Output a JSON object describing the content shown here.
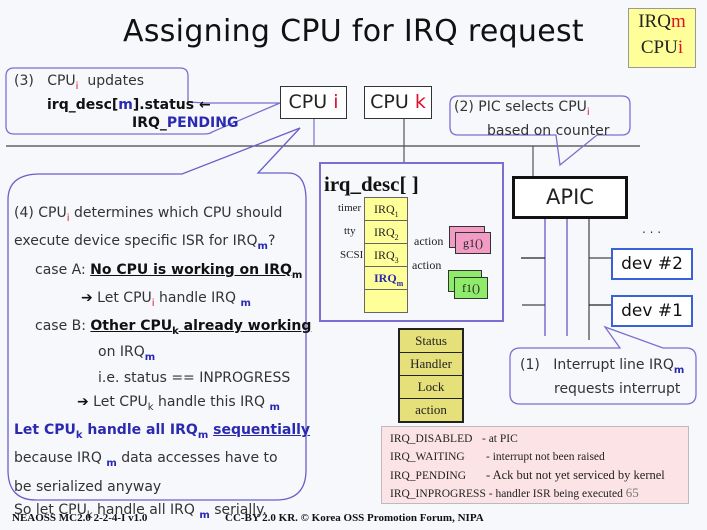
{
  "title": "Assigning CPU for IRQ request",
  "legend": {
    "line1_prefix": "IRQ",
    "line1_var": "m",
    "line2_prefix": "CPU",
    "line2_var": "i"
  },
  "cpus": [
    {
      "prefix": "CPU ",
      "var": "i"
    },
    {
      "prefix": "CPU ",
      "var": "k"
    }
  ],
  "step3": {
    "num": "(3)",
    "cpu": "CPU",
    "cpu_sub": "i",
    "updates": "updates",
    "code_pre": "irq_desc[",
    "code_idx": "m",
    "code_post": "].status",
    "arrow": "←",
    "value_pre": "IRQ_",
    "value_post": "PENDING"
  },
  "step2": {
    "line1": "(2) PIC selects CPU",
    "sub": "i",
    "line2": "based on counter"
  },
  "apic": {
    "label": "APIC"
  },
  "ellipsis": ". . .",
  "devices": [
    {
      "label": "dev #2"
    },
    {
      "label": "dev #1"
    }
  ],
  "step1": {
    "num": "(1)",
    "line1": "Interrupt line IRQ",
    "sub": "m",
    "line2": "requests interrupt"
  },
  "irq_desc": {
    "title": "irq_desc[ ]",
    "rows": [
      {
        "device": "timer",
        "irq": "IRQ",
        "sub": "1"
      },
      {
        "device": "tty",
        "irq": "IRQ",
        "sub": "2"
      },
      {
        "device": "SCSI",
        "irq": "IRQ",
        "sub": "3"
      },
      {
        "device": "",
        "irq": "IRQ",
        "sub": "m"
      },
      {
        "device": "",
        "irq": "",
        "sub": ""
      }
    ],
    "actions": [
      {
        "label": "action",
        "handler": "g1()"
      },
      {
        "label": "action",
        "handler": "f1()"
      }
    ]
  },
  "struct_fields": [
    "Status",
    "Handler",
    "Lock",
    "action"
  ],
  "status_list": [
    {
      "name": "IRQ_DISABLED",
      "desc": "-  at PIC"
    },
    {
      "name": "IRQ_WAITING",
      "desc": "-  interrupt not been raised"
    },
    {
      "name": "IRQ_PENDING",
      "desc": "-  Ack but not yet serviced by kernel"
    },
    {
      "name": "IRQ_INPROGRESS",
      "desc": "- handler  ISR being executed"
    }
  ],
  "page_number": "65",
  "step4": {
    "l1_a": "(4) CPU",
    "l1_sub": "i",
    "l1_b": " determines which CPU should",
    "l2_a": "execute device specific ISR for IRQ",
    "l2_sub": "m",
    "l2_b": "?",
    "caseA_label": "case A: ",
    "caseA_text": "No CPU is working on IRQ",
    "caseA_sub": "m",
    "caseA_arrow": "➔",
    "caseA_res_a": " Let CPU",
    "caseA_res_sub": "i",
    "caseA_res_b": " handle IRQ ",
    "caseA_res_sub2": "m",
    "caseB_label": "case B: ",
    "caseB_text_a": "Other CPU",
    "caseB_sub": "k",
    "caseB_text_b": " already working",
    "caseB_on": "on  IRQ",
    "caseB_on_sub": "m",
    "caseB_ie": "i.e. status == INPROGRESS",
    "caseB_arrow": "➔",
    "caseB_res_a": " Let CPU",
    "caseB_res_sub": "k",
    "caseB_res_b": " handle this IRQ ",
    "caseB_res_sub2": "m",
    "concl_a": "Let CPU",
    "concl_sub": "k",
    "concl_b": " handle  all IRQ",
    "concl_sub2": "m",
    "concl_c": "sequentially",
    "because_a": "because IRQ ",
    "because_sub": "m",
    "because_b": " data accesses have to",
    "serialized": "be serialized anyway",
    "so_a": "So let CPU",
    "so_sub": "k",
    "so_b": " handle all IRQ ",
    "so_sub2": "m",
    "so_c": " serially."
  },
  "footer": {
    "left": "NEAOSS MC2.0 2-2-4-I v1.0",
    "right": "CC-BY 2.0 KR. © Korea OSS Promotion Forum, NIPA"
  }
}
